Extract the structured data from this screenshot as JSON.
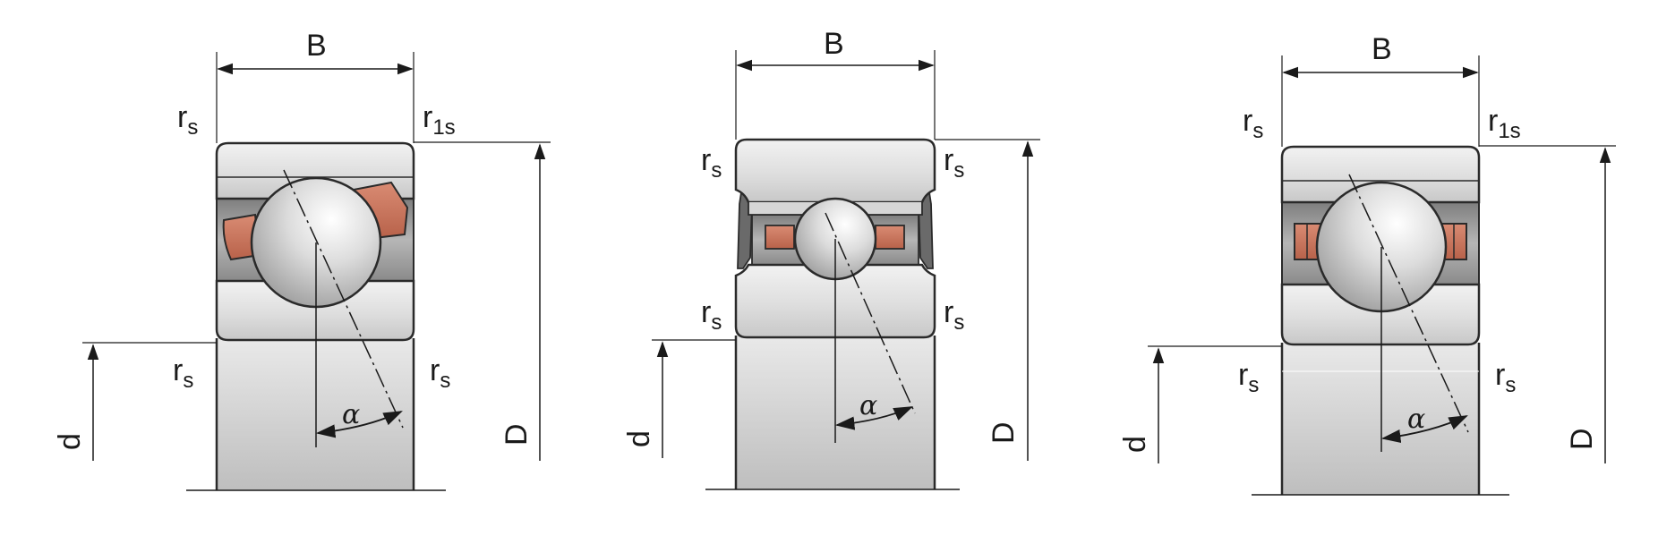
{
  "diagrams": [
    {
      "id": "left",
      "cage": "angled",
      "labels": {
        "width": "B",
        "bore": "d",
        "outer": "D",
        "contact_angle": "α",
        "r_top_left": "r",
        "r_top_left_sub": "s",
        "r_top_right": "r",
        "r_top_right_sub": "1s",
        "r_low_left": "r",
        "r_low_left_sub": "s",
        "r_low_right": "r",
        "r_low_right_sub": "s"
      }
    },
    {
      "id": "middle",
      "cage": "sealed",
      "labels": {
        "width": "B",
        "bore": "d",
        "outer": "D",
        "contact_angle": "α",
        "r_or_left": "r",
        "r_or_left_sub": "s",
        "r_or_right": "r",
        "r_or_right_sub": "s",
        "r_ir_left": "r",
        "r_ir_left_sub": "s",
        "r_ir_right": "r",
        "r_ir_right_sub": "s"
      }
    },
    {
      "id": "right",
      "cage": "straight",
      "labels": {
        "width": "B",
        "bore": "d",
        "outer": "D",
        "contact_angle": "α",
        "r_top_left": "r",
        "r_top_left_sub": "s",
        "r_top_right": "r",
        "r_top_right_sub": "1s",
        "r_low_left": "r",
        "r_low_left_sub": "s",
        "r_low_right": "r",
        "r_low_right_sub": "s"
      }
    }
  ],
  "colors": {
    "ring_light": "#ececec",
    "ring_mid": "#d4d4d4",
    "ring_dark": "#9a9a9a",
    "bore_top": "#e6e6e6",
    "bore_bottom": "#c4c4c4",
    "cage": "#c9765e",
    "cage_dark": "#8b4430",
    "outline": "#2a2a2a"
  }
}
